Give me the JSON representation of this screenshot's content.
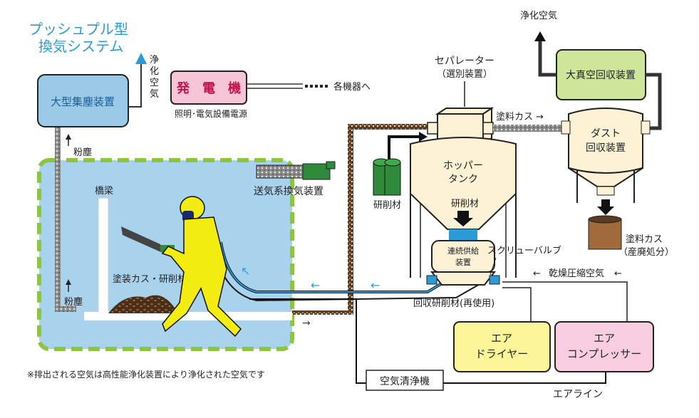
{
  "title": {
    "line1": "プッシュプル型",
    "line2": "換気システム"
  },
  "labels": {
    "dust_collector": "大型集塵装置",
    "purified_air_top_left": [
      "浄",
      "化",
      "空",
      "気"
    ],
    "generator": "発　電　機",
    "generator_caption": "照明･電気設備電源",
    "to_equipment": "各機器へ",
    "purified_air_top_right": "浄化空気",
    "vacuum_unit": "大真空回収装置",
    "separator": "セパレーター",
    "separator_sub": "（選別装置）",
    "paint_dust_arrow": "塗料カス",
    "dust_collector_unit": [
      "ダスト",
      "回収装置"
    ],
    "hopper": [
      "ホッパー",
      "タンク"
    ],
    "abrasive_top": "研削材",
    "abrasive_inner": "研削材",
    "feeder": [
      "連続供給",
      "装置"
    ],
    "screw_valve": "スクリューバルブ",
    "dry_air": "乾燥圧縮空気",
    "recovered": "回収研削材(再使用)",
    "paint_waste": [
      "塗料カス",
      "（産廃処分）"
    ],
    "blower": "送気系換気装置",
    "bridge": "橋梁",
    "dust1": "粉塵",
    "dust2": "粉塵",
    "debris": "塗装カス・研削材",
    "dryer": [
      "エア",
      "ドライヤー"
    ],
    "compressor": [
      "エア",
      "コンプレッサー"
    ],
    "air_cleaner": "空気清浄機",
    "air_line": "エアライン",
    "note": "※排出される空気は高性能浄化装置により浄化された空気です"
  },
  "colors": {
    "enclosure_fill": "#a9d3ec",
    "enclosure_border": "#8cc63f",
    "dust_box": "#9cc9e6",
    "generator_fill": "#f6c6d8",
    "vacuum_fill": "#cfe59a",
    "tank_fill": "#fdf1d6",
    "dryer_fill": "#fdf59a",
    "compressor_fill": "#f8cde0",
    "title_color": "#2a9bd6",
    "arrow_blue": "#2a9bd6",
    "worker_yellow": "#f2ec10",
    "abrasive_green": "#2f8a3a",
    "debris_brown": "#5a3a20"
  }
}
